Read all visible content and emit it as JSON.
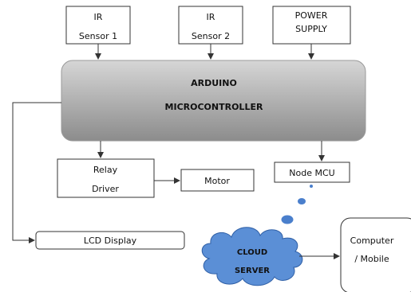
{
  "blocks": {
    "ir_sensor_1": {
      "line1": "IR",
      "line2": "Sensor 1"
    },
    "ir_sensor_2": {
      "line1": "IR",
      "line2": "Sensor 2"
    },
    "power_supply": {
      "line1": "POWER",
      "line2": "SUPPLY"
    },
    "arduino": {
      "line1": "ARDUINO",
      "line2": "MICROCONTROLLER"
    },
    "relay_driver": {
      "line1": "Relay",
      "line2": "Driver"
    },
    "motor": {
      "label": "Motor"
    },
    "node_mcu": {
      "label": "Node MCU"
    },
    "lcd_display": {
      "label": "LCD Display"
    },
    "cloud_server": {
      "line1": "CLOUD",
      "line2": "SERVER"
    },
    "computer_mobile": {
      "line1": "Computer",
      "line2": "/ Mobile"
    }
  },
  "colors": {
    "arduino_top": "#d2d2d2",
    "arduino_bottom": "#8a8a8a",
    "cloud_fill": "#5b8fd6",
    "cloud_stroke": "#2f5fa6",
    "bubble": "#4a7fcc",
    "stroke": "#333333"
  }
}
